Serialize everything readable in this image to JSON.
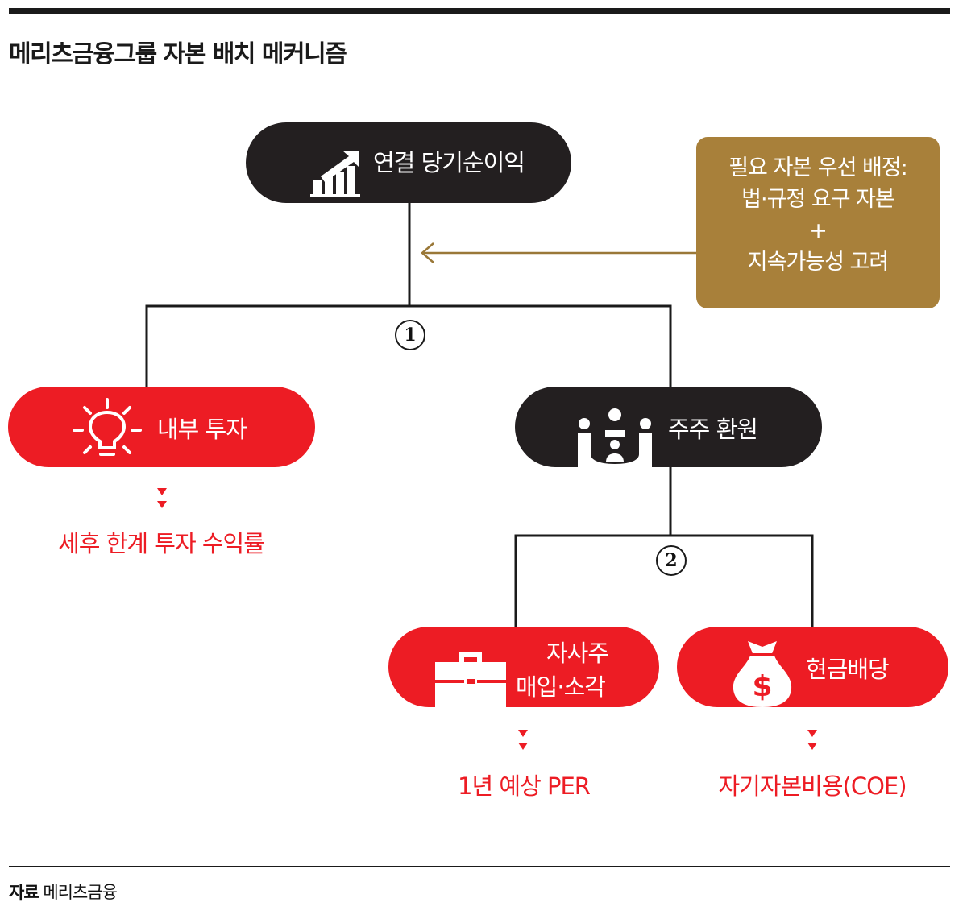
{
  "title": "메리츠금융그룹 자본 배치 메커니즘",
  "nodes": {
    "net_income": "연결 당기순이익",
    "internal_investment": "내부 투자",
    "shareholder_return": "주주 환원",
    "buyback_line1": "자사주",
    "buyback_line2": "매입·소각",
    "cash_dividend": "현금배당"
  },
  "priority_note": {
    "line1": "필요 자본 우선 배정:",
    "line2": "법·규정 요구 자본",
    "line3": "+",
    "line4": "지속가능성 고려"
  },
  "step_numbers": {
    "first": "1",
    "second": "2"
  },
  "outcomes": {
    "internal_investment": "세후 한계 투자 수익률",
    "buyback": "1년 예상 PER",
    "cash_dividend": "자기자본비용(COE)"
  },
  "source": {
    "label": "자료",
    "value": "메리츠금융"
  },
  "colors": {
    "black": "#231f20",
    "red": "#ed1c24",
    "gold": "#a8803a",
    "gold_arrow": "#9a7838"
  },
  "icons": {
    "net_income": "rising-bar-chart-icon",
    "internal_investment": "light-bulb-icon",
    "shareholder_return": "meeting-people-icon",
    "buyback": "briefcase-icon",
    "cash_dividend": "money-bag-icon"
  }
}
